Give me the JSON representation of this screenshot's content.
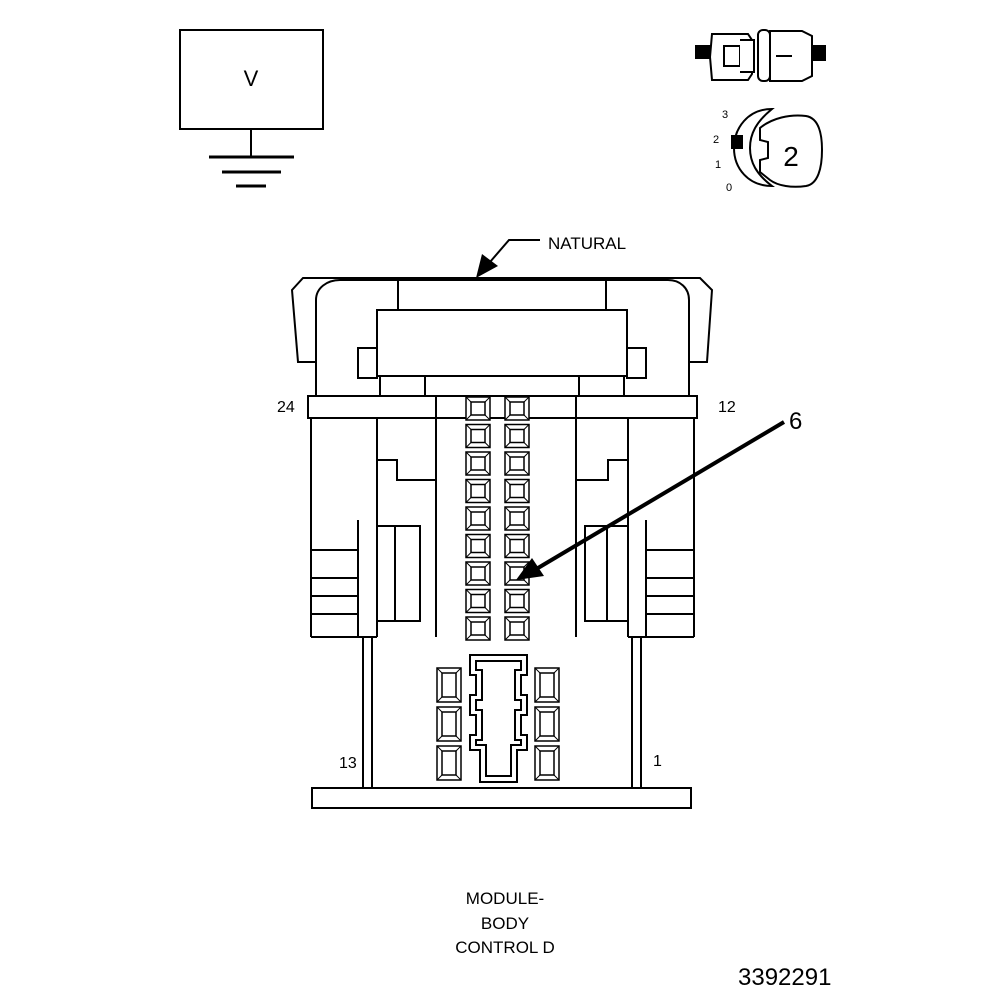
{
  "symbol": {
    "label": "V"
  },
  "position_scale": [
    "3",
    "2",
    "1",
    "0"
  ],
  "terminal_position": "2",
  "color_callout": "NATURAL",
  "pin_labels": {
    "top_left": "24",
    "top_right": "12",
    "bottom_left": "13",
    "bottom_right": "1"
  },
  "pointer_callout": "6",
  "caption": [
    "MODULE-",
    "BODY",
    "CONTROL D"
  ],
  "figure_number": "3392291"
}
